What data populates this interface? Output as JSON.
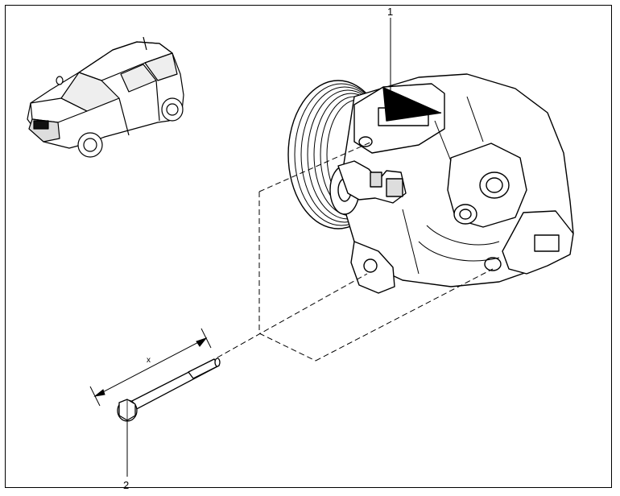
{
  "diagram": {
    "callouts": [
      {
        "id": "1",
        "part": "ac-compressor"
      },
      {
        "id": "2",
        "part": "mounting-bolt"
      }
    ],
    "dimension_label": "x",
    "vehicle_thumbnail": {
      "icon": "suv-vehicle-icon"
    }
  }
}
